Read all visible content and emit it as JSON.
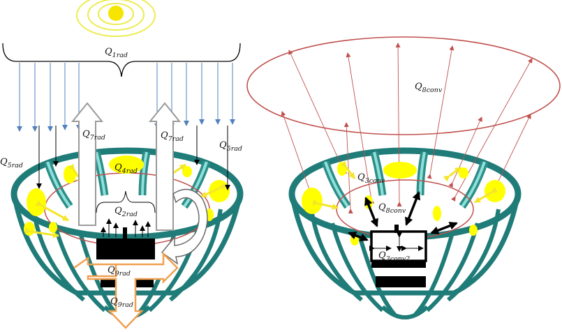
{
  "left_panel": {
    "q1": {
      "main": "Q",
      "sub": "1rad"
    },
    "q2": {
      "main": "Q",
      "sub": "2rad"
    },
    "q4": {
      "main": "Q",
      "sub": "4rad"
    },
    "q5_left": {
      "main": "Q",
      "sub": "5rad"
    },
    "q5_right": {
      "main": "Q",
      "sub": "5rad"
    },
    "q7_left": {
      "main": "Q",
      "sub": "7rad"
    },
    "q7_right": {
      "main": "Q",
      "sub": "7rad"
    },
    "q9_mid": {
      "main": "Q",
      "sub": "9rad"
    },
    "q9_bottom": {
      "main": "Q",
      "sub": "9rad"
    }
  },
  "right_panel": {
    "q8_top": {
      "main": "Q",
      "sub": "8conv"
    },
    "q8_inner": {
      "main": "Q",
      "sub": "8conv"
    },
    "q3": {
      "main": "Q",
      "sub": "3conv"
    },
    "q3_2": {
      "main": "Q",
      "sub": "3conv2"
    }
  },
  "colors": {
    "sun": "#f2e600",
    "sun_ring": "#e8e23a",
    "rib": "#1f7c78",
    "rib_light": "#7fd6d0",
    "rim_ring": "#c0504d",
    "blob": "#ffff00",
    "ray": "#4f81bd",
    "conv": "#c0504d",
    "orange": "#f0a050"
  }
}
